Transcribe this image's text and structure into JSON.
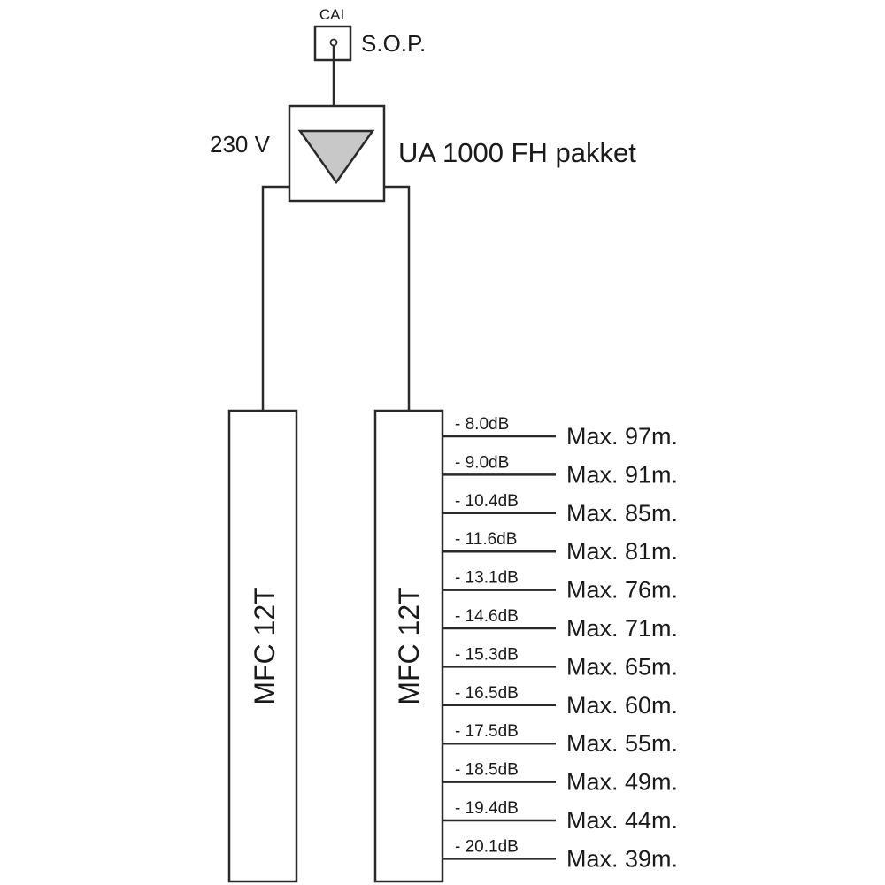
{
  "colors": {
    "line": "#2a2a2a",
    "triangle_fill": "#c8c8c8",
    "background": "#ffffff"
  },
  "outlet": {
    "top_label": "CAI",
    "name": "S.O.P."
  },
  "amplifier": {
    "power_label": "230 V",
    "name": "UA 1000 FH pakket",
    "icon": "amplifier-triangle-icon"
  },
  "splitters": [
    {
      "label": "MFC 12T"
    },
    {
      "label": "MFC 12T"
    }
  ],
  "taps": [
    {
      "attenuation": "- 8.0dB",
      "max_length": "Max. 97m."
    },
    {
      "attenuation": "- 9.0dB",
      "max_length": "Max. 91m."
    },
    {
      "attenuation": "- 10.4dB",
      "max_length": "Max. 85m."
    },
    {
      "attenuation": "- 11.6dB",
      "max_length": "Max. 81m."
    },
    {
      "attenuation": "- 13.1dB",
      "max_length": "Max. 76m."
    },
    {
      "attenuation": "- 14.6dB",
      "max_length": "Max. 71m."
    },
    {
      "attenuation": "- 15.3dB",
      "max_length": "Max. 65m."
    },
    {
      "attenuation": "- 16.5dB",
      "max_length": "Max. 60m."
    },
    {
      "attenuation": "- 17.5dB",
      "max_length": "Max. 55m."
    },
    {
      "attenuation": "- 18.5dB",
      "max_length": "Max. 49m."
    },
    {
      "attenuation": "- 19.4dB",
      "max_length": "Max. 44m."
    },
    {
      "attenuation": "- 20.1dB",
      "max_length": "Max. 39m."
    }
  ]
}
